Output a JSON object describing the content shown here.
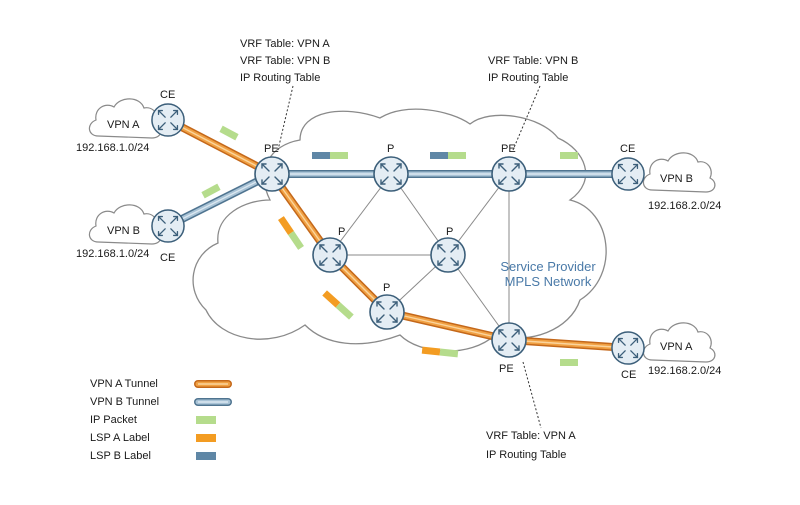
{
  "colors": {
    "vpn_a_tunnel": "#e8962e",
    "vpn_b_tunnel": "#8fb0c8",
    "ip_packet": "#b5dc8c",
    "lsp_a_label": "#f39c22",
    "lsp_b_label": "#5f87a6",
    "router_fill": "#e4edf4",
    "router_stroke": "#3c5f7a",
    "cloud_text": "#4a7aa8"
  },
  "annotations": {
    "pe_left": [
      "VRF Table: VPN A",
      "VRF Table: VPN B",
      "IP Routing Table"
    ],
    "pe_top_right": [
      "VRF Table: VPN B",
      "IP Routing Table"
    ],
    "pe_bottom_right": [
      "VRF Table: VPN A",
      "IP Routing Table"
    ]
  },
  "cloud": {
    "line1": "Service Provider",
    "line2": "MPLS Network"
  },
  "sites": [
    {
      "id": "site-vpn-a-left",
      "vpn": "VPN A",
      "subnet": "192.168.1.0/24"
    },
    {
      "id": "site-vpn-b-left",
      "vpn": "VPN B",
      "subnet": "192.168.1.0/24"
    },
    {
      "id": "site-vpn-b-right",
      "vpn": "VPN B",
      "subnet": "192.168.2.0/24"
    },
    {
      "id": "site-vpn-a-right",
      "vpn": "VPN A",
      "subnet": "192.168.2.0/24"
    }
  ],
  "routers": [
    {
      "id": "ce-vpn-a-left",
      "label": "CE"
    },
    {
      "id": "ce-vpn-b-left",
      "label": "CE"
    },
    {
      "id": "pe-left",
      "label": "PE"
    },
    {
      "id": "p-top",
      "label": "P"
    },
    {
      "id": "pe-top-right",
      "label": "PE"
    },
    {
      "id": "ce-vpn-b-right",
      "label": "CE"
    },
    {
      "id": "p-mid-left",
      "label": "P"
    },
    {
      "id": "p-mid-right",
      "label": "P"
    },
    {
      "id": "p-bottom",
      "label": "P"
    },
    {
      "id": "pe-bottom-right",
      "label": "PE"
    },
    {
      "id": "ce-vpn-a-right",
      "label": "CE"
    }
  ],
  "legend": [
    {
      "label": "VPN A Tunnel",
      "icon": "orange-tube"
    },
    {
      "label": "VPN B Tunnel",
      "icon": "blue-tube"
    },
    {
      "label": "IP Packet",
      "icon": "green-bar"
    },
    {
      "label": "LSP A Label",
      "icon": "orange-bar"
    },
    {
      "label": "LSP B Label",
      "icon": "blue-bar"
    }
  ]
}
